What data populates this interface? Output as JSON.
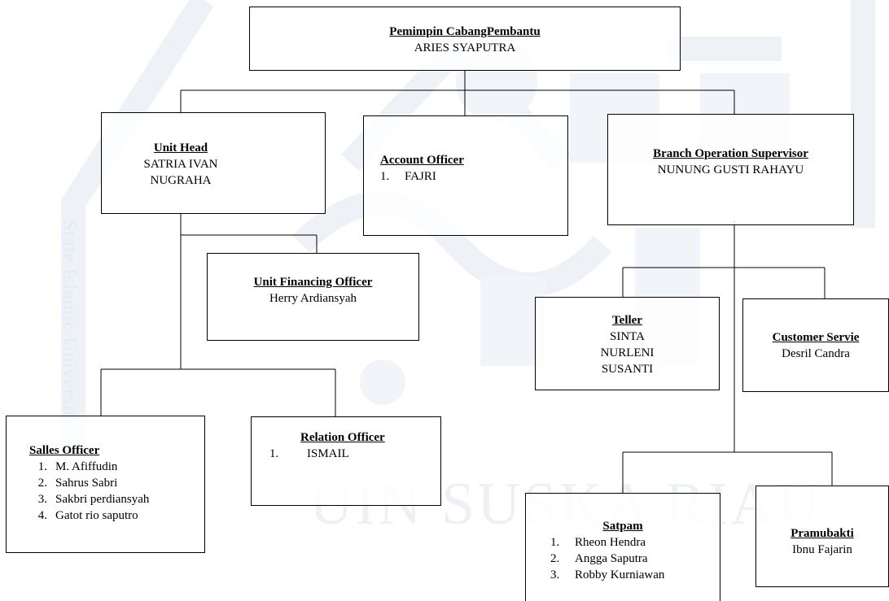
{
  "watermark": {
    "side_text": "State Islamic University of S",
    "bottom_text": "UIN SUSKA RIAU"
  },
  "org": {
    "head": {
      "title": "Pemimpin CabangPembantu",
      "name": "ARIES SYAPUTRA"
    },
    "unit_head": {
      "title": "Unit Head",
      "name_line1": "SATRIA IVAN",
      "name_line2": "NUGRAHA"
    },
    "account_officer": {
      "title": "Account Officer",
      "items": [
        {
          "num": "1.",
          "name": "FAJRI"
        }
      ]
    },
    "bos": {
      "title": "Branch Operation Supervisor",
      "name": "NUNUNG GUSTI RAHAYU"
    },
    "ufo": {
      "title": "Unit Financing Officer",
      "name": "Herry Ardiansyah"
    },
    "teller": {
      "title": "Teller",
      "names": [
        "SINTA",
        "NURLENI",
        "SUSANTI"
      ]
    },
    "cs": {
      "title": "Customer Servie",
      "name": "Desril Candra"
    },
    "sales": {
      "title": "Salles Officer",
      "items": [
        {
          "num": "1.",
          "name": "M. Afiffudin"
        },
        {
          "num": "2.",
          "name": "Sahrus Sabri"
        },
        {
          "num": "3.",
          "name": "Sakbri perdiansyah"
        },
        {
          "num": "4.",
          "name": "Gatot rio saputro"
        }
      ]
    },
    "relation": {
      "title": "Relation Officer",
      "items": [
        {
          "num": "1.",
          "name": "ISMAIL"
        }
      ]
    },
    "satpam": {
      "title": "Satpam",
      "items": [
        {
          "num": "1.",
          "name": "Rheon Hendra"
        },
        {
          "num": "2.",
          "name": "Angga Saputra"
        },
        {
          "num": "3.",
          "name": "Robby Kurniawan"
        }
      ]
    },
    "pramubakti": {
      "title": "Pramubakti",
      "name": "Ibnu Fajarin"
    }
  }
}
